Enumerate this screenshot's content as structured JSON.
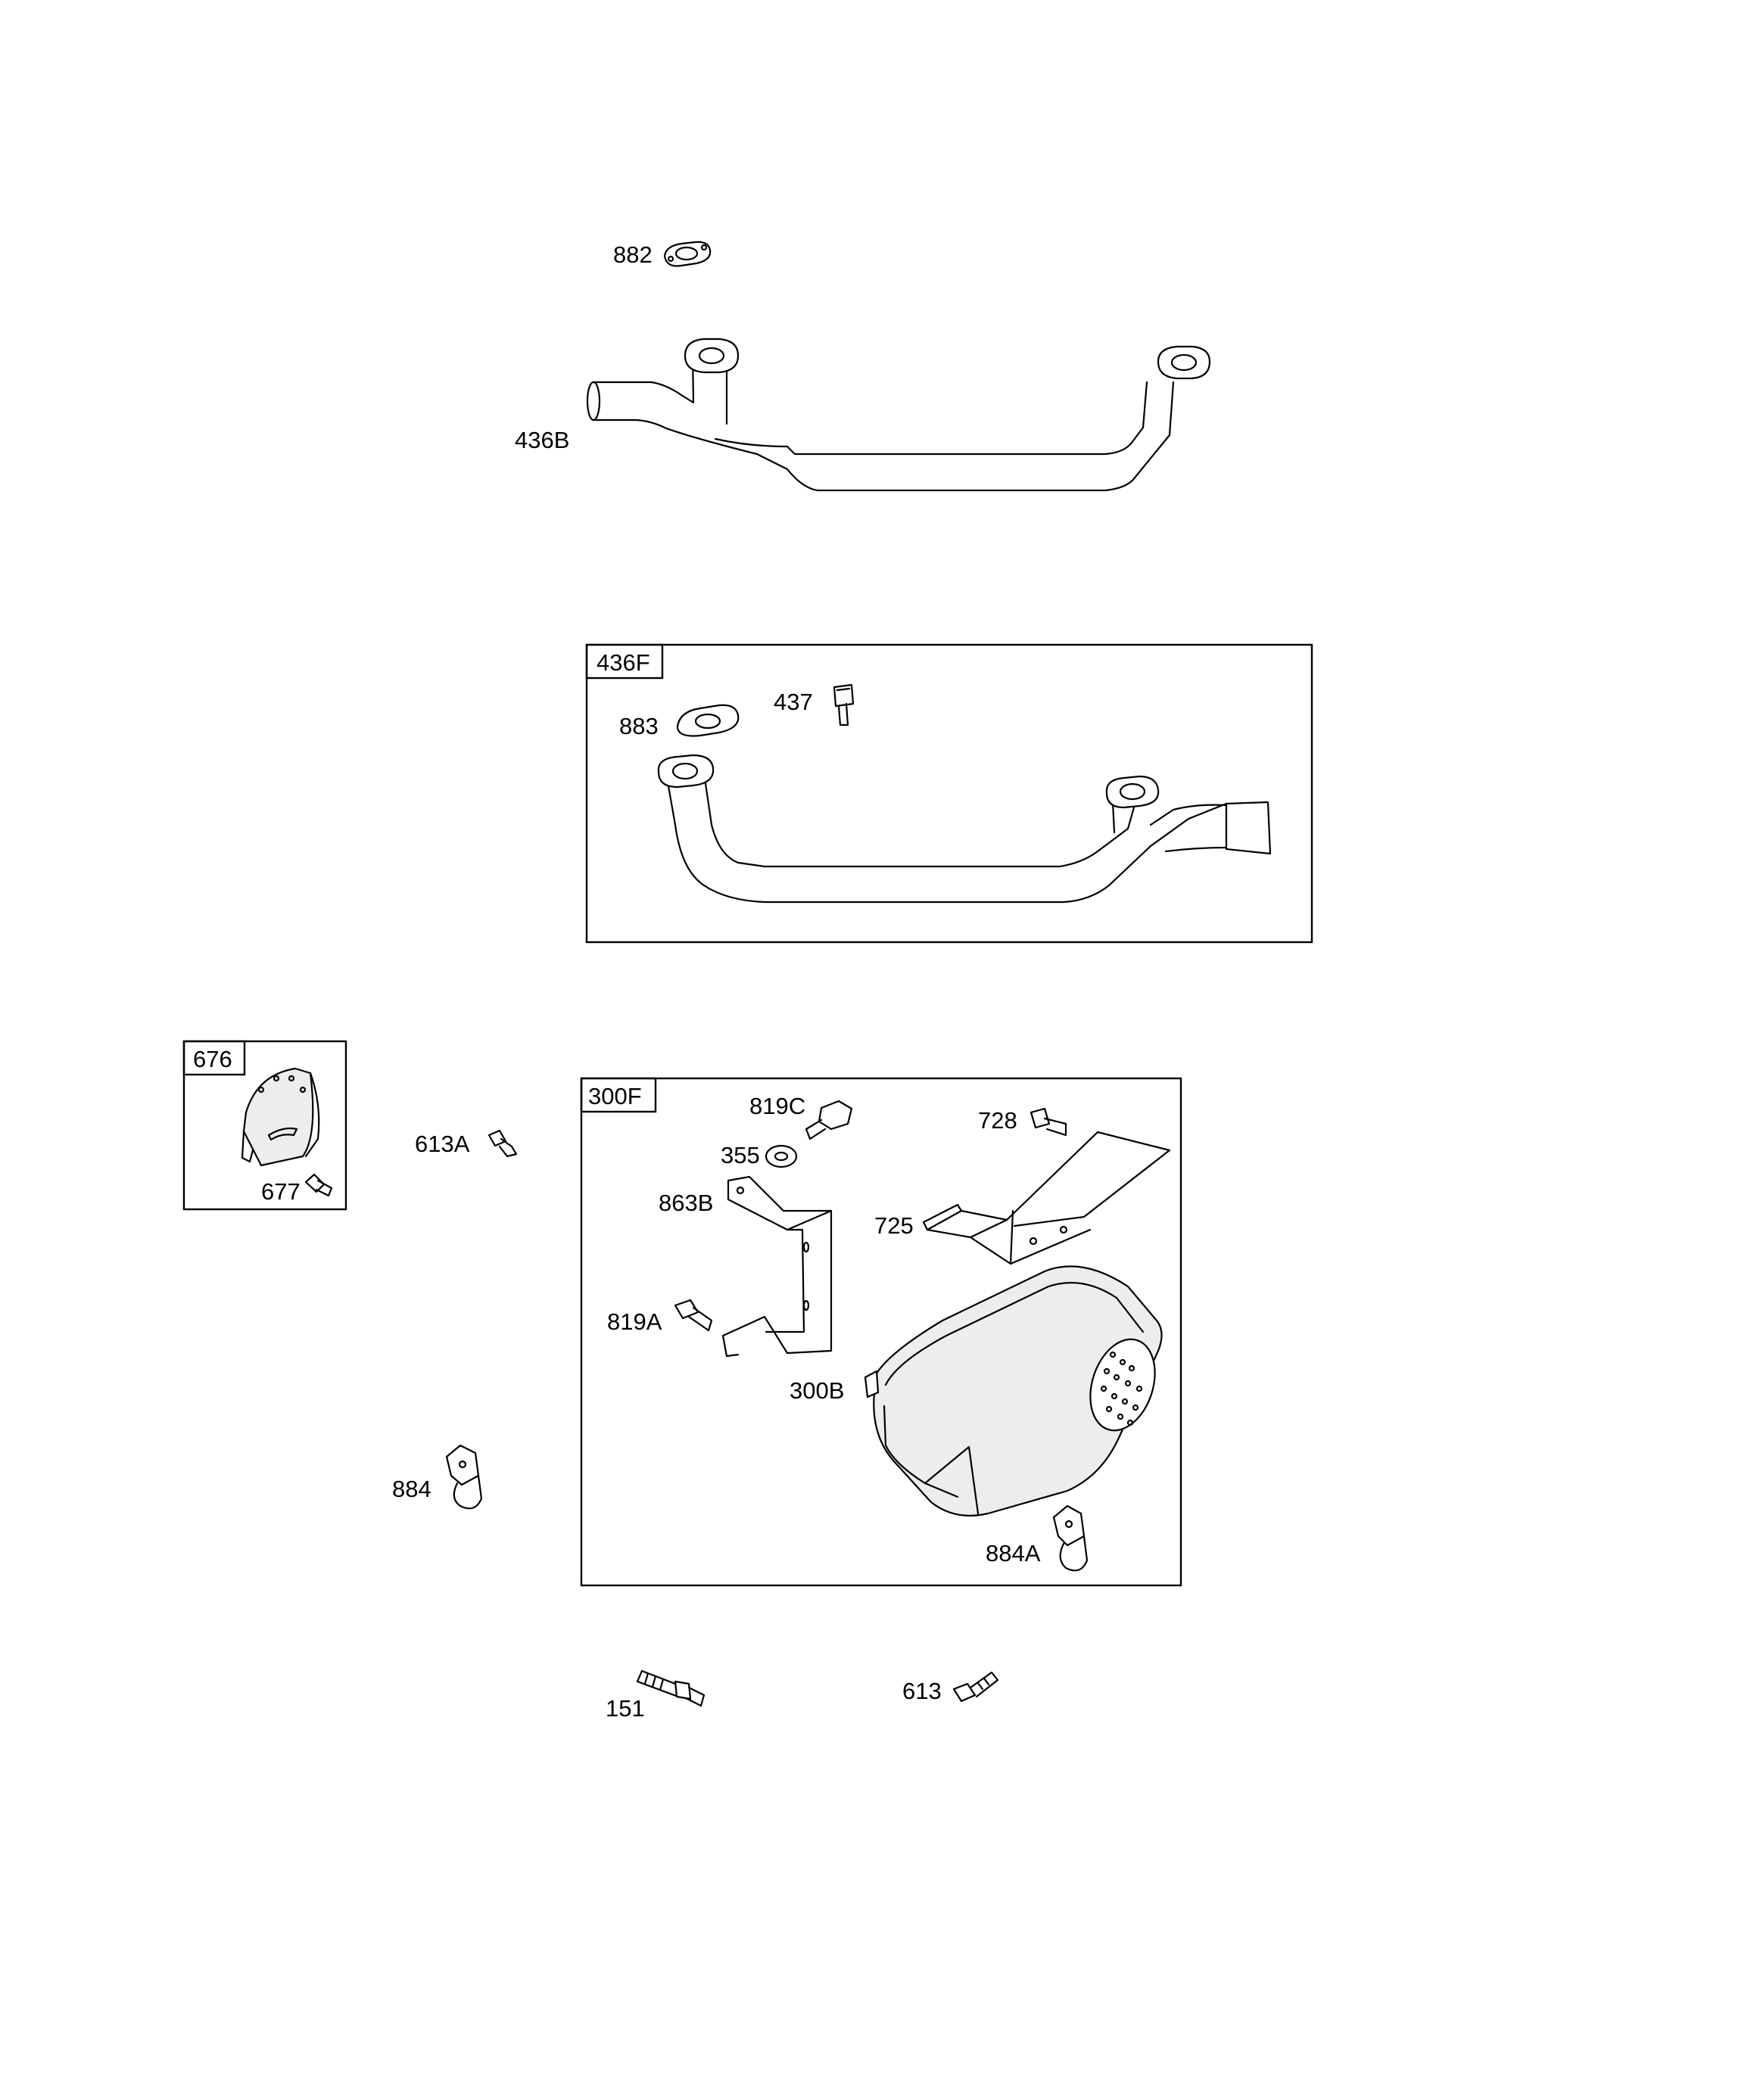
{
  "labels": {
    "p882": "882",
    "p436B": "436B",
    "p436F": "436F",
    "p437": "437",
    "p883": "883",
    "p676": "676",
    "p677": "677",
    "p613A": "613A",
    "p300F": "300F",
    "p819C": "819C",
    "p728": "728",
    "p355": "355",
    "p863B": "863B",
    "p725": "725",
    "p819A": "819A",
    "p300B": "300B",
    "p884": "884",
    "p884A": "884A",
    "p151": "151",
    "p613": "613"
  }
}
